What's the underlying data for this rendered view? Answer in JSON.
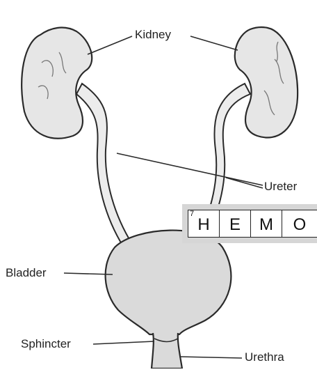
{
  "labels": {
    "kidney": "Kidney",
    "ureter": "Ureter",
    "bladder": "Bladder",
    "sphincter": "Sphincter",
    "urethra": "Urethra"
  },
  "crossword": {
    "clue_number": "7",
    "letters": [
      "H",
      "E",
      "M",
      "O"
    ]
  },
  "colors": {
    "organ_fill": "#e6e6e6",
    "outline": "#2a2a2a",
    "bladder_fill": "#dadada",
    "overlay_strip": "#d6d6d6"
  }
}
